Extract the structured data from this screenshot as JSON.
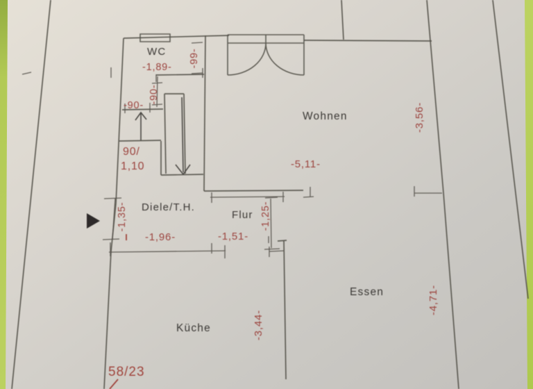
{
  "plan": {
    "rooms": {
      "wc": "WC",
      "wohnen": "Wohnen",
      "diele": "Diele/T.H.",
      "flur": "Flur",
      "essen": "Essen",
      "kueche": "Küche"
    },
    "dimensions": {
      "wc_width": "-1,89-",
      "wc_side": "-99-",
      "stair_side": "-90-",
      "stair_top": "-90-",
      "stair_note_line1": "90/",
      "stair_note_line2": "1,10",
      "wohnen_width": "-5,11-",
      "wohnen_height": "-3,56-",
      "diele_height": "-1,35-",
      "diele_width": "-1,96-",
      "flur_width": "-1,51-",
      "flur_height": "-1,25-",
      "kueche_height": "-3,44-",
      "essen_height": "-4,71-"
    },
    "parcel_number": "58/23",
    "colors": {
      "dimension_red": "#9c453f",
      "wall_line": "#55524b",
      "room_label": "#3b3936",
      "paper": "#d5d1ca",
      "mat_green": "#b7cd5c"
    }
  }
}
